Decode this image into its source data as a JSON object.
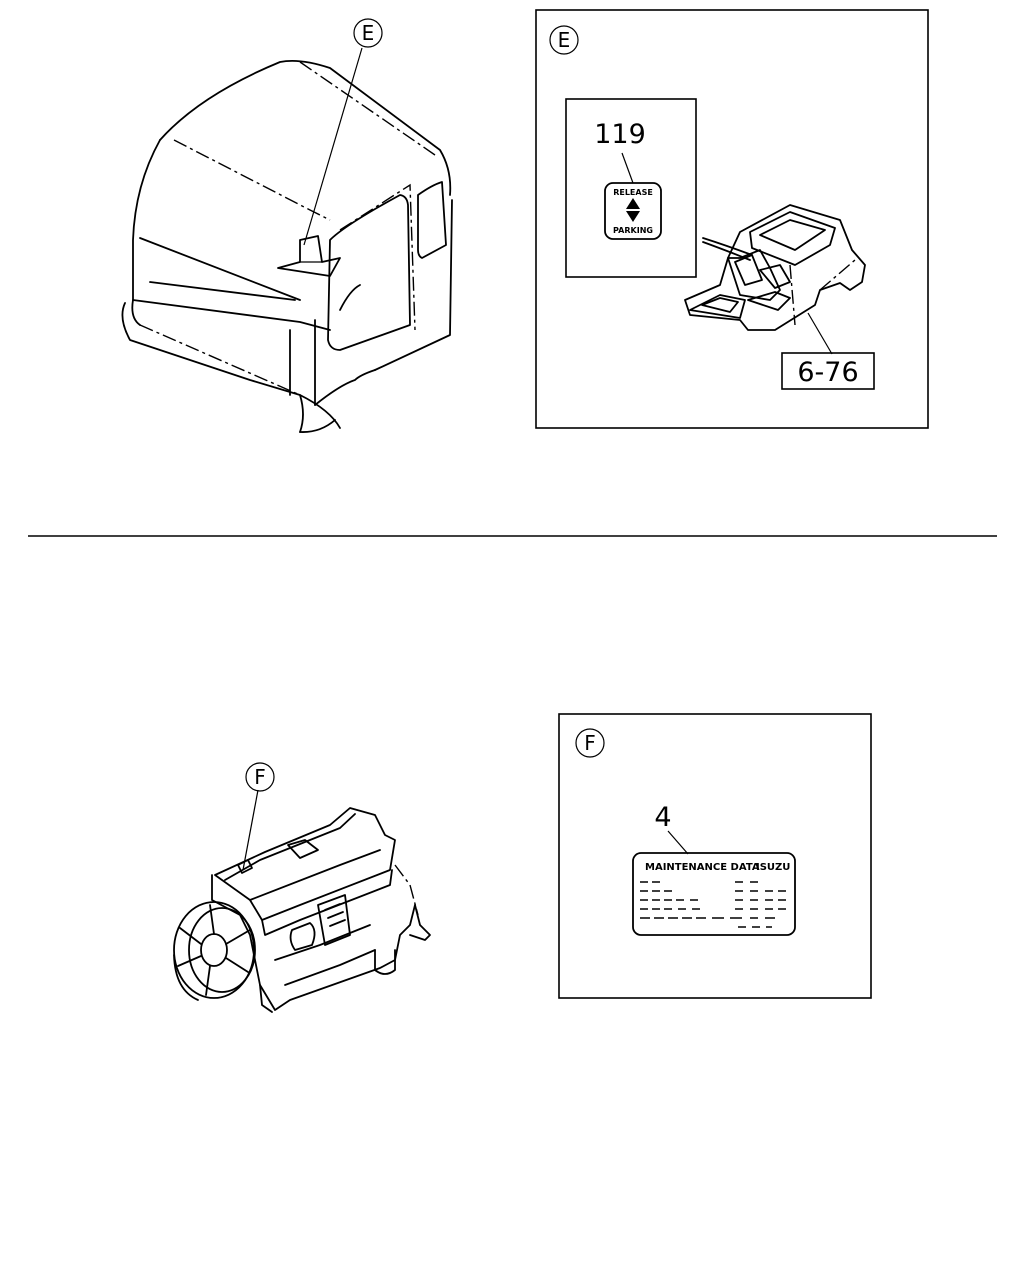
{
  "callouts": {
    "circle_e_top": "E",
    "circle_e_panel": "E",
    "circle_f_top": "F",
    "circle_f_panel": "F"
  },
  "detail_e": {
    "part_number": "119",
    "ref_page": "6-76",
    "label_top": "RELEASE",
    "label_bottom": "PARKING"
  },
  "detail_f": {
    "part_number": "4",
    "label_left": "MAINTENANCE DATA",
    "label_right": "ISUZU"
  }
}
